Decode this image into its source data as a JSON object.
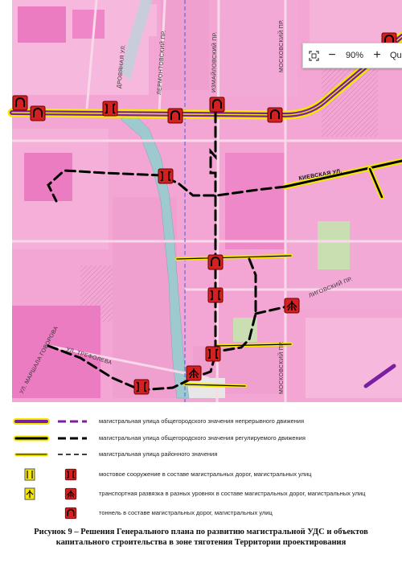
{
  "map": {
    "street_labels": [
      "ДРОВЯНАЯ УЛ.",
      "ЛЕРМОНТОВСКИЙ ПР.",
      "ИЗМАЙЛОВСКИЙ ПР.",
      "МОСКОВСКИЙ ПР.",
      "КИЕВСКАЯ УЛ.",
      "ЛИГОВСКИЙ ПР.",
      "МОСКОВСКИЙ ПР.",
      "УЛ. ТРЕФОЛЕВА",
      "УЛ. МАРШАЛА ГОВОРОВА"
    ]
  },
  "viewer": {
    "zoom_level": "90%",
    "search_partial": "Qu",
    "fit_icon": "fit-page-icon",
    "zoom_out_label": "−",
    "zoom_in_label": "+"
  },
  "legend": {
    "items": [
      {
        "id": "continuous",
        "text": "магистральная улица общегородского значения непрерывного движения",
        "color": "#7b1fa2",
        "outline": "#f5e800"
      },
      {
        "id": "regulated",
        "text": "магистральная улица общегородского значения регулируемого движения",
        "color": "#000000",
        "outline": "#f5e800"
      },
      {
        "id": "district",
        "text": "магистральная улица районного значения",
        "color": "#000000",
        "outline": "#f5e800"
      },
      {
        "id": "bridge",
        "text": "мостовое сооружение в составе магистральных дорог, магистральных улиц",
        "icon": "bridge-icon"
      },
      {
        "id": "interchange",
        "text": "транспортная развязка в разных уровнях в составе магистральных дорог, магистральных улиц",
        "icon": "interchange-icon"
      },
      {
        "id": "tunnel",
        "text": "тоннель в составе магистральных дорог, магистральных улиц",
        "icon": "tunnel-icon"
      }
    ]
  },
  "caption": {
    "line1": "Рисунок 9 – Решения Генерального плана по развитию магистральной УДС  и объектов",
    "line2": "капитального строительства в зоне тяготения Территории проектирования"
  },
  "colors": {
    "pink_zone": "#f3a6d3",
    "magenta_zone": "#ee7fc4",
    "purple_road": "#7b1fa2",
    "yellow_outline": "#f5e800",
    "icon_red": "#d32020"
  }
}
